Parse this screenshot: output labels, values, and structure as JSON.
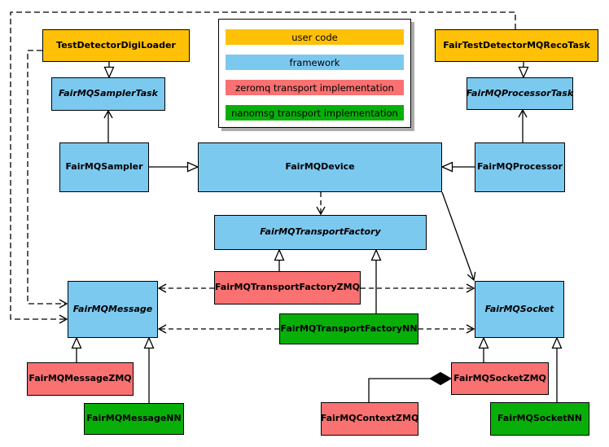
{
  "legend": {
    "items": [
      {
        "id": "user-code",
        "label": "user code",
        "color": "#FFC107"
      },
      {
        "id": "framework",
        "label": "framework",
        "color": "#7CC9F0"
      },
      {
        "id": "zeromq",
        "label": "zeromq transport implementation",
        "color": "#F97171"
      },
      {
        "id": "nanomsg",
        "label": "nanomsg transport implementation",
        "color": "#09AF09"
      }
    ]
  },
  "classes": {
    "digiloader": {
      "label": "TestDetectorDigiLoader",
      "category": "user-code",
      "abstract": false
    },
    "recotask": {
      "label": "FairTestDetectorMQRecoTask",
      "category": "user-code",
      "abstract": false
    },
    "samplertask": {
      "label": "FairMQSamplerTask",
      "category": "framework",
      "abstract": true
    },
    "processortask": {
      "label": "FairMQProcessorTask",
      "category": "framework",
      "abstract": true
    },
    "sampler": {
      "label": "FairMQSampler",
      "category": "framework",
      "abstract": false
    },
    "device": {
      "label": "FairMQDevice",
      "category": "framework",
      "abstract": false
    },
    "processor": {
      "label": "FairMQProcessor",
      "category": "framework",
      "abstract": false
    },
    "transportfactory": {
      "label": "FairMQTransportFactory",
      "category": "framework",
      "abstract": true
    },
    "factoryzmq": {
      "label": "FairMQTransportFactoryZMQ",
      "category": "zeromq",
      "abstract": false
    },
    "factorynn": {
      "label": "FairMQTransportFactoryNN",
      "category": "nanomsg",
      "abstract": false
    },
    "message": {
      "label": "FairMQMessage",
      "category": "framework",
      "abstract": true
    },
    "socket": {
      "label": "FairMQSocket",
      "category": "framework",
      "abstract": true
    },
    "messagezmq": {
      "label": "FairMQMessageZMQ",
      "category": "zeromq",
      "abstract": false
    },
    "messagenn": {
      "label": "FairMQMessageNN",
      "category": "nanomsg",
      "abstract": false
    },
    "socketzmq": {
      "label": "FairMQSocketZMQ",
      "category": "zeromq",
      "abstract": false
    },
    "socketnn": {
      "label": "FairMQSocketNN",
      "category": "nanomsg",
      "abstract": false
    },
    "contextzmq": {
      "label": "FairMQContextZMQ",
      "category": "zeromq",
      "abstract": false
    }
  },
  "relations": [
    {
      "from": "TestDetectorDigiLoader",
      "to": "FairMQSamplerTask",
      "type": "generalization"
    },
    {
      "from": "FairTestDetectorMQRecoTask",
      "to": "FairMQProcessorTask",
      "type": "generalization"
    },
    {
      "from": "FairMQSampler",
      "to": "FairMQDevice",
      "type": "generalization"
    },
    {
      "from": "FairMQProcessor",
      "to": "FairMQDevice",
      "type": "generalization"
    },
    {
      "from": "FairMQSampler",
      "to": "FairMQSamplerTask",
      "type": "association"
    },
    {
      "from": "FairMQProcessor",
      "to": "FairMQProcessorTask",
      "type": "association"
    },
    {
      "from": "FairMQDevice",
      "to": "FairMQTransportFactory",
      "type": "dependency-dashed"
    },
    {
      "from": "FairMQDevice",
      "to": "FairMQSocket",
      "type": "association"
    },
    {
      "from": "FairMQTransportFactoryZMQ",
      "to": "FairMQTransportFactory",
      "type": "generalization"
    },
    {
      "from": "FairMQTransportFactoryNN",
      "to": "FairMQTransportFactory",
      "type": "generalization"
    },
    {
      "from": "FairMQTransportFactoryZMQ",
      "to": "FairMQMessage",
      "type": "dependency-dashed"
    },
    {
      "from": "FairMQTransportFactoryZMQ",
      "to": "FairMQSocket",
      "type": "dependency-dashed"
    },
    {
      "from": "FairMQTransportFactoryNN",
      "to": "FairMQMessage",
      "type": "dependency-dashed"
    },
    {
      "from": "FairMQTransportFactoryNN",
      "to": "FairMQSocket",
      "type": "dependency-dashed"
    },
    {
      "from": "FairMQMessageZMQ",
      "to": "FairMQMessage",
      "type": "generalization"
    },
    {
      "from": "FairMQMessageNN",
      "to": "FairMQMessage",
      "type": "generalization"
    },
    {
      "from": "FairMQSocketZMQ",
      "to": "FairMQSocket",
      "type": "generalization"
    },
    {
      "from": "FairMQSocketNN",
      "to": "FairMQSocket",
      "type": "generalization"
    },
    {
      "from": "TestDetectorDigiLoader",
      "to": "FairMQMessage",
      "type": "dependency-dashed"
    },
    {
      "from": "FairTestDetectorMQRecoTask",
      "to": "FairMQMessage",
      "type": "dependency-dashed"
    },
    {
      "from": "FairMQContextZMQ",
      "to": "FairMQSocketZMQ",
      "type": "composition"
    }
  ]
}
